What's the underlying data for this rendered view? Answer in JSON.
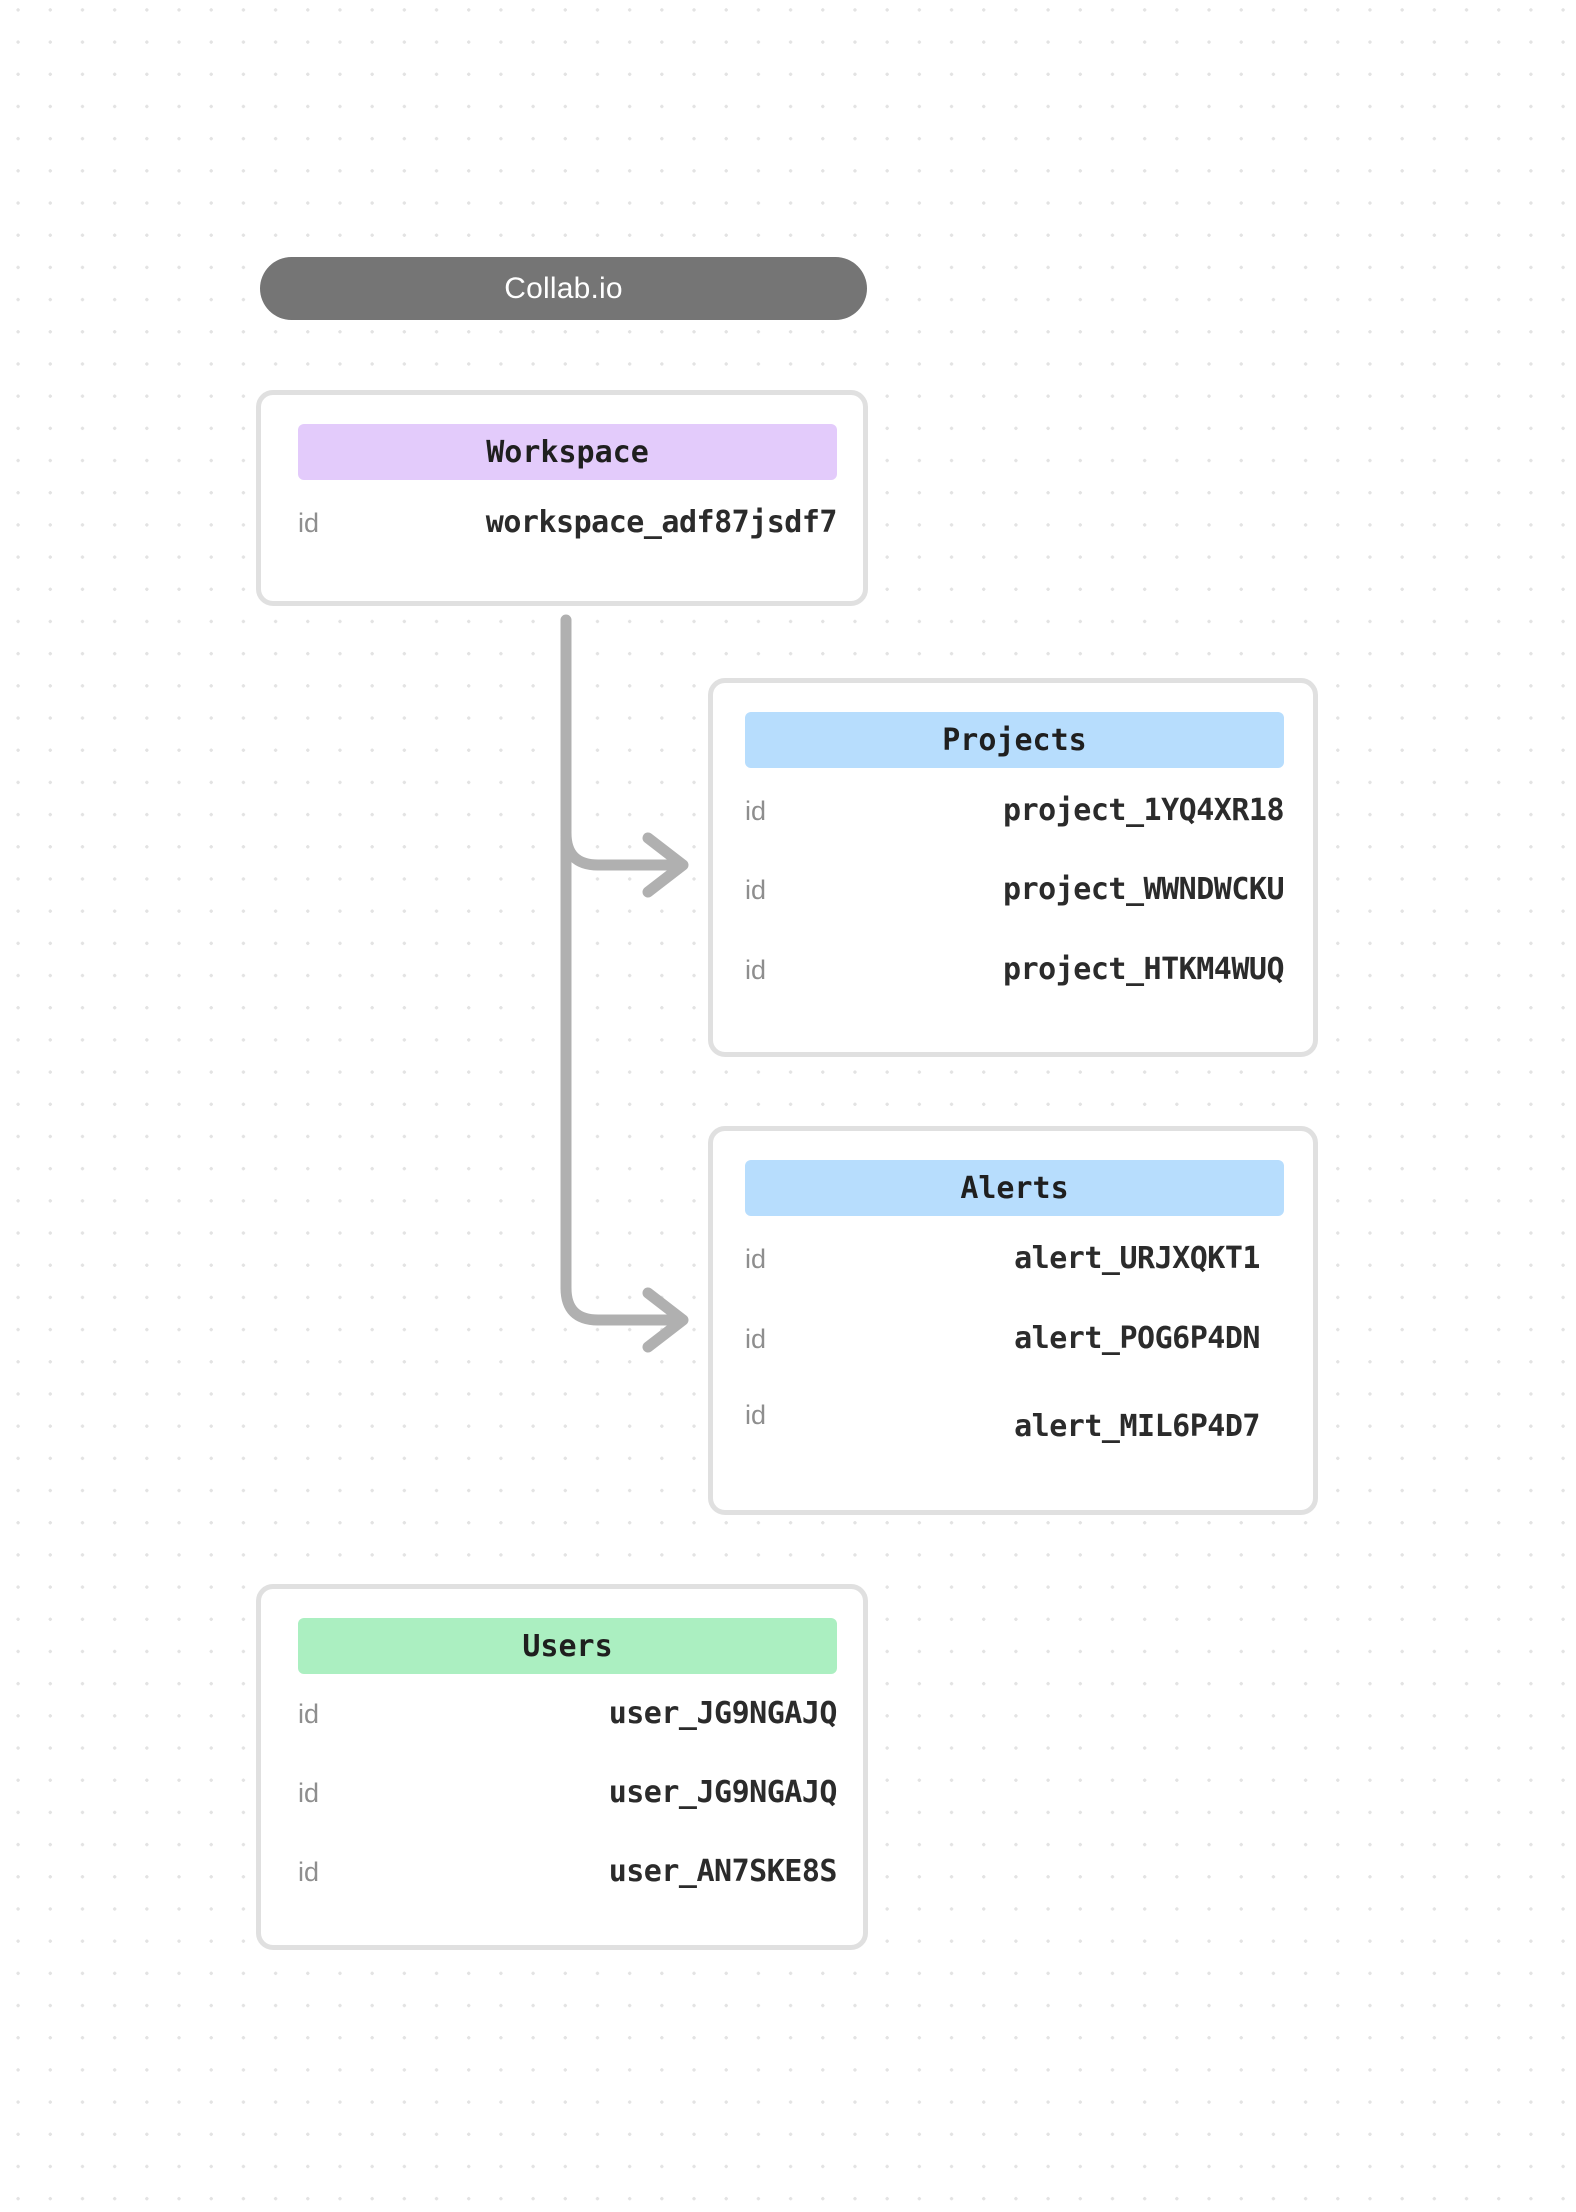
{
  "diagram": {
    "title": "Collab.io",
    "background": {
      "style": "dot-grid",
      "dot_color": "#e3e3e3",
      "page_color": "#ffffff"
    },
    "colors": {
      "title_pill": "#757575",
      "workspace_chip": "#e3cbfb",
      "projects_chip": "#b7ddfd",
      "alerts_chip": "#b7ddfd",
      "users_chip": "#abefc1",
      "card_border": "#e0e0e0",
      "connector": "#b0b0b0",
      "key_text": "#8e8e8e",
      "value_text": "#2b2b2b"
    },
    "cards": [
      {
        "id": "workspace",
        "title": "Workspace",
        "chip_color": "#e3cbfb",
        "rows": [
          {
            "key": "id",
            "value": "workspace_adf87jsdf7"
          }
        ]
      },
      {
        "id": "projects",
        "title": "Projects",
        "chip_color": "#b7ddfd",
        "rows": [
          {
            "key": "id",
            "value": "project_1YQ4XR18"
          },
          {
            "key": "id",
            "value": "project_WWNDWCKU"
          },
          {
            "key": "id",
            "value": "project_HTKM4WUQ"
          }
        ]
      },
      {
        "id": "alerts",
        "title": "Alerts",
        "chip_color": "#b7ddfd",
        "rows": [
          {
            "key": "id",
            "value": "alert_URJXQKT1"
          },
          {
            "key": "id",
            "value": "alert_POG6P4DN"
          },
          {
            "key": "id",
            "value": "alert_MIL6P4D7"
          }
        ]
      },
      {
        "id": "users",
        "title": "Users",
        "chip_color": "#abefc1",
        "rows": [
          {
            "key": "id",
            "value": "user_JG9NGAJQ"
          },
          {
            "key": "id",
            "value": "user_JG9NGAJQ"
          },
          {
            "key": "id",
            "value": "user_AN7SKE8S"
          }
        ]
      }
    ],
    "connections": [
      {
        "from": "workspace",
        "to": "projects"
      },
      {
        "from": "workspace",
        "to": "alerts"
      }
    ]
  }
}
